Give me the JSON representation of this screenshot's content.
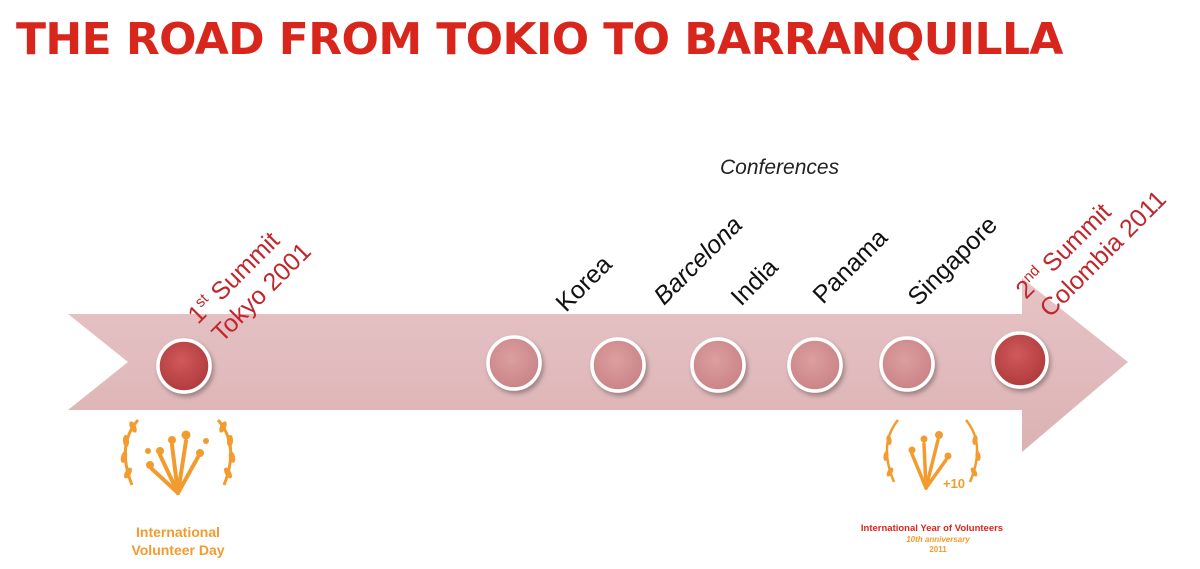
{
  "slide": {
    "title": "THE ROAD FROM TOKIO TO BARRANQUILLA",
    "subtitle": "Conferences"
  },
  "colors": {
    "title": "#d9261c",
    "summit_text": "#c0272d",
    "arrow_fill": "#e2bdbf",
    "summit_circle": "#c14547",
    "conference_circle": "#d38e90",
    "logo_orange": "#f29b2e"
  },
  "milestones": [
    {
      "id": "summit-1",
      "kind": "summit",
      "line1": "1",
      "sup": "st",
      "line1_rest": " Summit",
      "line2": "Tokyo 2001"
    },
    {
      "id": "conf-korea",
      "kind": "conference",
      "label": "Korea"
    },
    {
      "id": "conf-barcelona",
      "kind": "conference",
      "label": "Barcelona"
    },
    {
      "id": "conf-india",
      "kind": "conference",
      "label": "India"
    },
    {
      "id": "conf-panama",
      "kind": "conference",
      "label": "Panama"
    },
    {
      "id": "conf-singapore",
      "kind": "conference",
      "label": "Singapore"
    },
    {
      "id": "summit-2",
      "kind": "summit",
      "line1": "2",
      "sup": "nd",
      "line1_rest": " Summit",
      "line2": "Colombia 2011"
    }
  ],
  "logos": {
    "left": {
      "line1": "International",
      "line2": "Volunteer Day"
    },
    "right": {
      "line1": "International Year of Volunteers",
      "line2": "10th anniversary",
      "line3": "2011",
      "badge": "+10"
    }
  }
}
